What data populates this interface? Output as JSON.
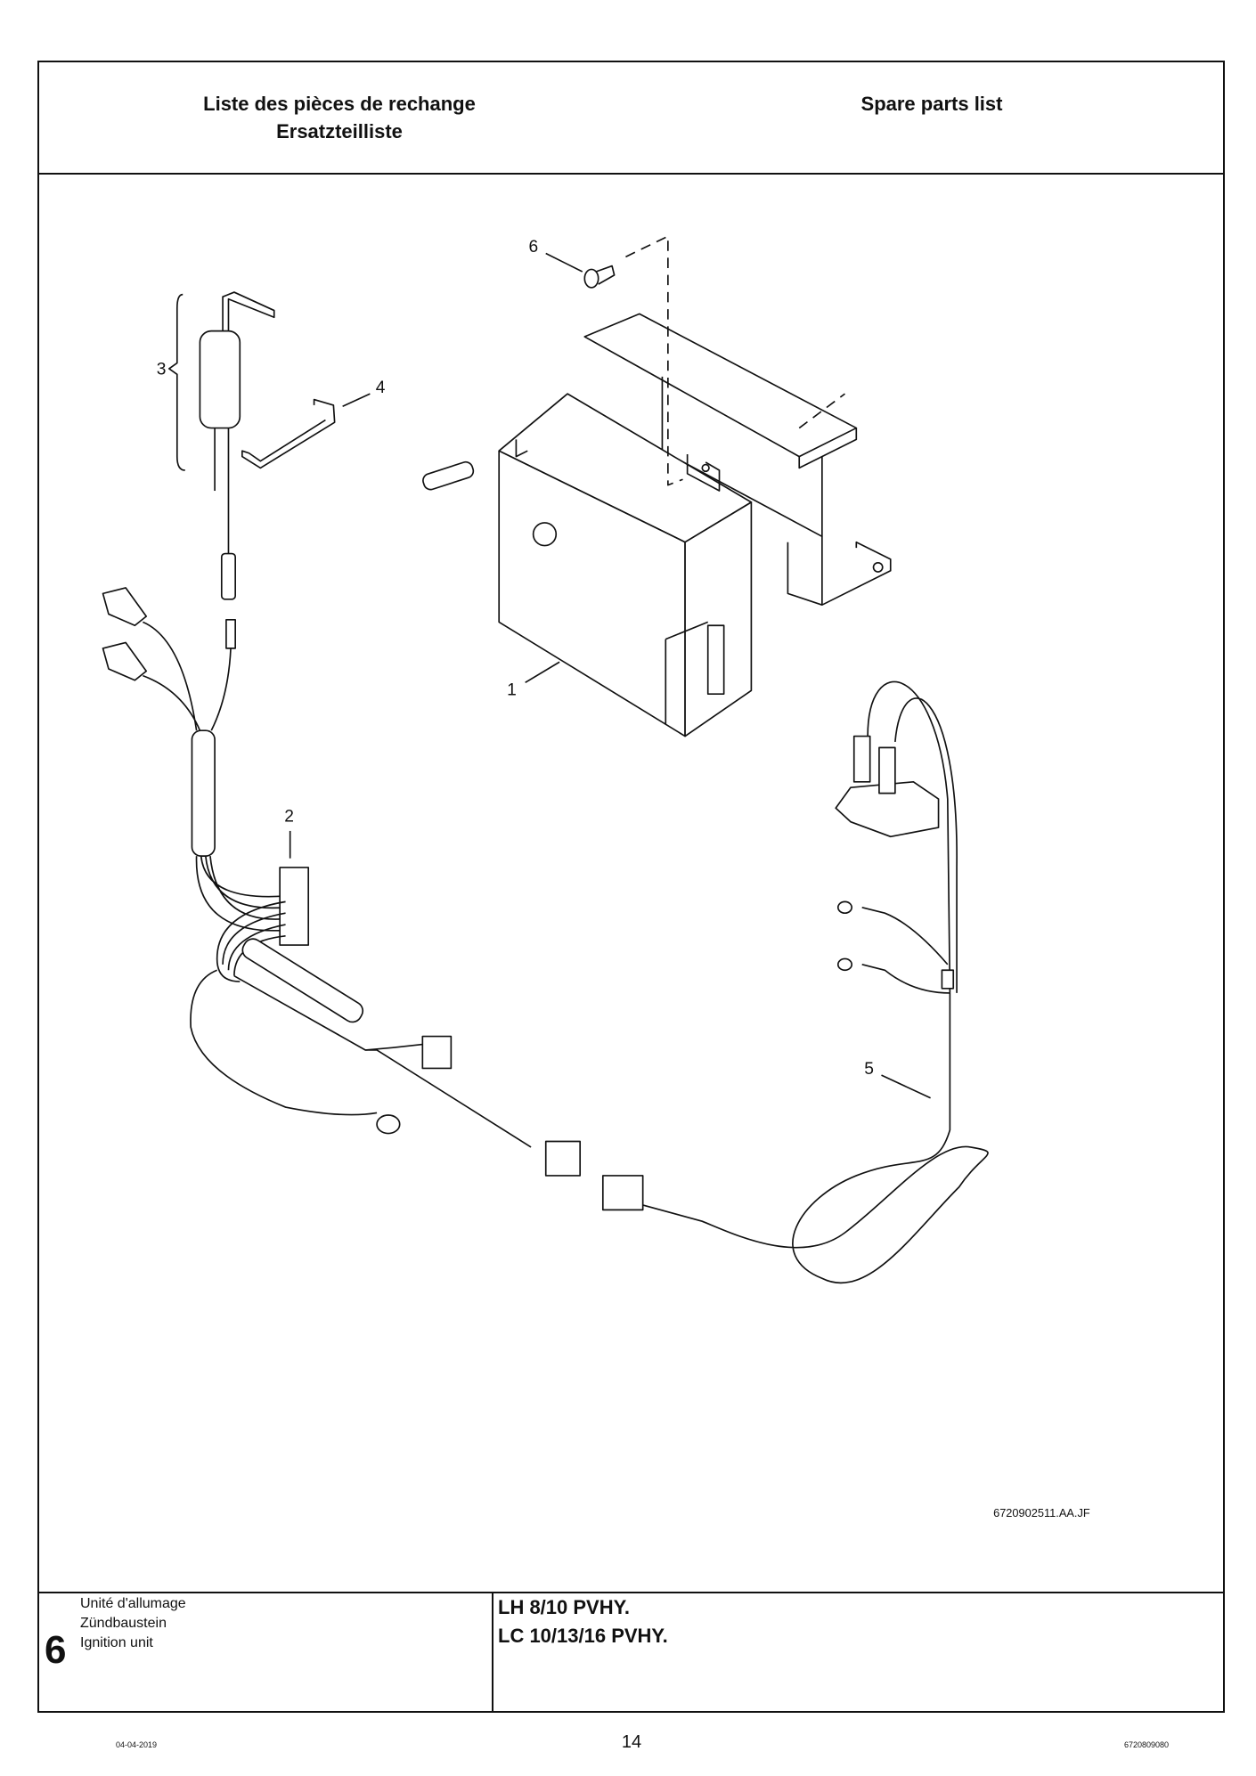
{
  "header": {
    "title_fr": "Liste des pièces de rechange",
    "title_de": "Ersatzteilliste",
    "title_en": "Spare parts list"
  },
  "diagram": {
    "callouts": [
      "1",
      "2",
      "3",
      "4",
      "5",
      "6"
    ],
    "figure_code": "6720902511.AA.JF"
  },
  "footer": {
    "section_number": "6",
    "description_fr": "Unité d'allumage",
    "description_de": "Zündbaustein",
    "description_en": "Ignition unit",
    "model_1": "LH 8/10 PVHY.",
    "model_2": "LC 10/13/16 PVHY."
  },
  "page": {
    "date": "04-04-2019",
    "number": "14",
    "doc_code": "6720809080"
  }
}
